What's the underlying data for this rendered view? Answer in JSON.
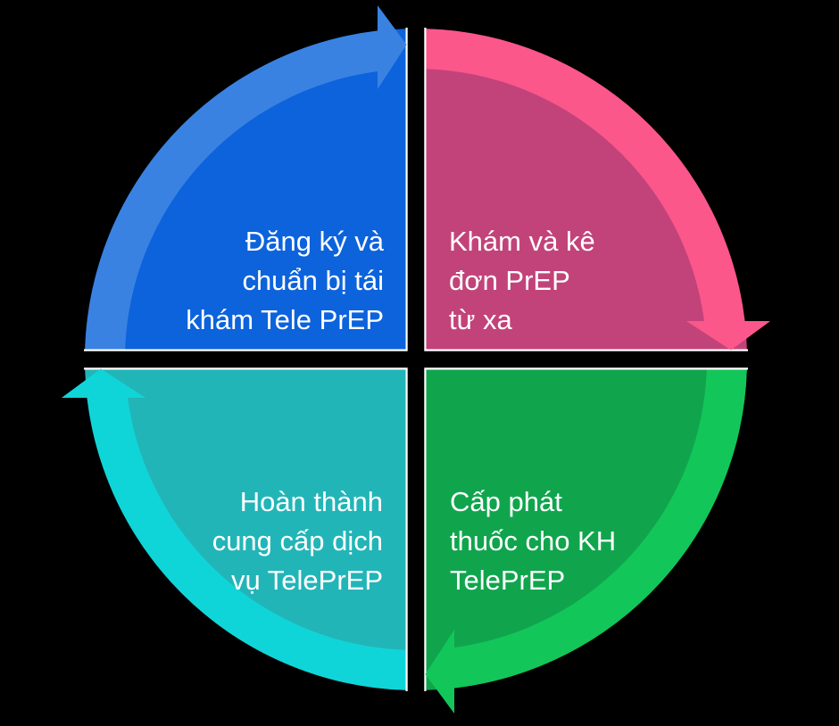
{
  "diagram": {
    "type": "cycle",
    "direction": "clockwise",
    "background_color": "#000000",
    "text_color": "#ffffff",
    "edge_stroke_color": "#ffffff",
    "quadrants": [
      {
        "id": "register",
        "position": "top-left",
        "fill_color": "#0C63DC",
        "arrow_color": "#3A82E2",
        "arrow_points_to": "top-right",
        "lines": [
          "Đăng ký và",
          "chuẩn bị tái",
          "khám Tele PrEP"
        ]
      },
      {
        "id": "remote-exam",
        "position": "top-right",
        "fill_color": "#C2437A",
        "arrow_color": "#FB578B",
        "arrow_points_to": "bottom-right",
        "lines": [
          "Khám và kê",
          "đơn PrEP",
          "từ xa"
        ]
      },
      {
        "id": "dispense-medication",
        "position": "bottom-right",
        "fill_color": "#10A54D",
        "arrow_color": "#13C65A",
        "arrow_points_to": "bottom-left",
        "lines": [
          "Cấp phát",
          "thuốc cho KH",
          "TelePrEP"
        ]
      },
      {
        "id": "complete-service",
        "position": "bottom-left",
        "fill_color": "#22B5B8",
        "arrow_color": "#10D5D8",
        "arrow_points_to": "top-left",
        "lines": [
          "Hoàn thành",
          "cung cấp dịch",
          "vụ TelePrEP"
        ]
      }
    ]
  }
}
